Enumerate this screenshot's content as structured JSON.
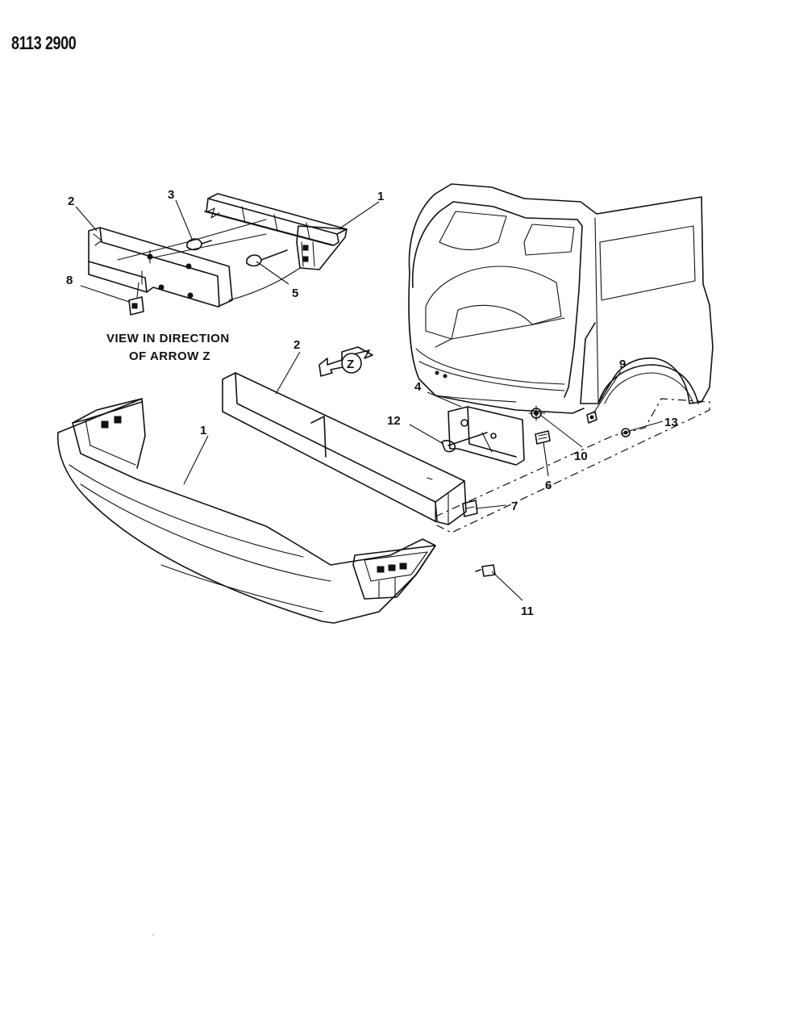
{
  "header": {
    "doc_number": "8113 2900"
  },
  "inset": {
    "caption_line1": "VIEW IN DIRECTION",
    "caption_line2": "OF ARROW Z",
    "arrow_letter": "Z"
  },
  "callouts": [
    {
      "id": "inset-1",
      "text": "1"
    },
    {
      "id": "inset-2",
      "text": "2"
    },
    {
      "id": "inset-3",
      "text": "3"
    },
    {
      "id": "inset-5",
      "text": "5"
    },
    {
      "id": "inset-8",
      "text": "8"
    },
    {
      "id": "main-1",
      "text": "1"
    },
    {
      "id": "main-2",
      "text": "2"
    },
    {
      "id": "main-4",
      "text": "4"
    },
    {
      "id": "main-6",
      "text": "6"
    },
    {
      "id": "main-7",
      "text": "7"
    },
    {
      "id": "main-9",
      "text": "9"
    },
    {
      "id": "main-10",
      "text": "10"
    },
    {
      "id": "main-11",
      "text": "11"
    },
    {
      "id": "main-12",
      "text": "12"
    },
    {
      "id": "main-13",
      "text": "13"
    }
  ]
}
